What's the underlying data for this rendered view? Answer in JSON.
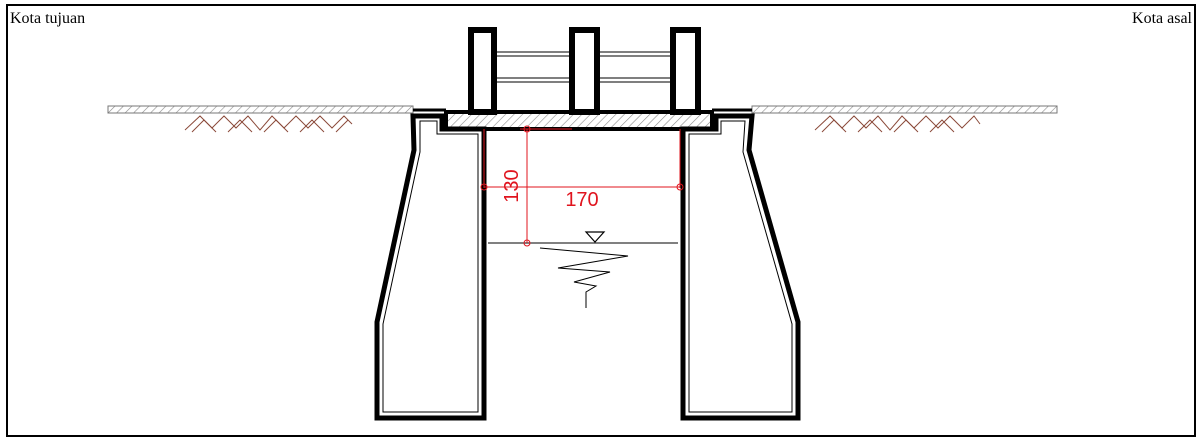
{
  "labels": {
    "left": "Kota tujuan",
    "right": "Kota asal"
  },
  "dimensions": {
    "height": "130",
    "width": "170"
  },
  "colors": {
    "structure": "#000000",
    "dimension": "#e0141e",
    "soil": "#8b4a3a",
    "hatch": "#9a9a9a"
  },
  "icons": {
    "water-level": "inverted-triangle-icon"
  }
}
